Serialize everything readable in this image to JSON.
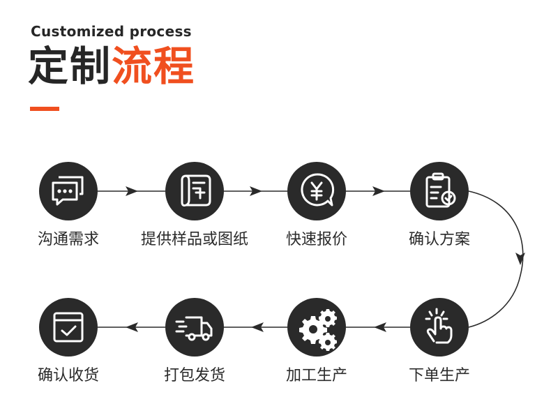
{
  "header": {
    "subtitle": "Customized process",
    "title_dark": "定制",
    "title_accent": "流程"
  },
  "colors": {
    "accent": "#f04f1f",
    "dark": "#2a2a2a",
    "text": "#262626"
  },
  "steps": [
    {
      "label": "沟通需求",
      "icon": "chat-bubbles-icon"
    },
    {
      "label": "提供样品或图纸",
      "icon": "blueprint-scroll-icon"
    },
    {
      "label": "快速报价",
      "icon": "yen-quote-icon"
    },
    {
      "label": "确认方案",
      "icon": "clipboard-check-icon"
    },
    {
      "label": "下单生产",
      "icon": "finger-tap-icon"
    },
    {
      "label": "加工生产",
      "icon": "gears-icon"
    },
    {
      "label": "打包发货",
      "icon": "delivery-truck-icon"
    },
    {
      "label": "确认收货",
      "icon": "receive-box-icon"
    }
  ]
}
